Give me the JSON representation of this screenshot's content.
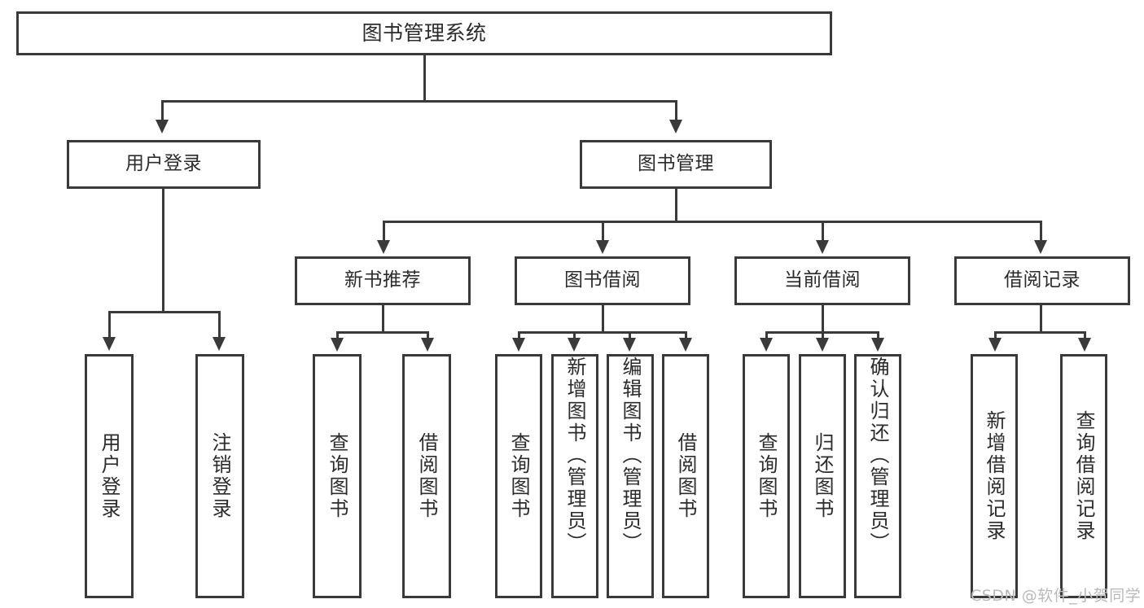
{
  "diagram": {
    "title": "图书管理系统",
    "type": "tree-hierarchy-chart",
    "root": {
      "label": "图书管理系统"
    },
    "level2": [
      {
        "id": "user-login",
        "label": "用户登录"
      },
      {
        "id": "book-management",
        "label": "图书管理"
      }
    ],
    "level3": [
      {
        "id": "new-book-recommend",
        "label": "新书推荐"
      },
      {
        "id": "book-borrow",
        "label": "图书借阅"
      },
      {
        "id": "current-borrow",
        "label": "当前借阅"
      },
      {
        "id": "borrow-record",
        "label": "借阅记录"
      }
    ],
    "leaves": {
      "user_login": [
        {
          "id": "leaf-user-login",
          "label": "用户登录"
        },
        {
          "id": "leaf-logout-login",
          "label": "注销登录"
        }
      ],
      "new_book_recommend": [
        {
          "id": "leaf-query-book-1",
          "label": "查询图书"
        },
        {
          "id": "leaf-borrow-book-1",
          "label": "借阅图书"
        }
      ],
      "book_borrow": [
        {
          "id": "leaf-query-book-2",
          "label": "查询图书"
        },
        {
          "id": "leaf-add-book",
          "label": "新增图书（管理员）"
        },
        {
          "id": "leaf-edit-book",
          "label": "编辑图书（管理员）"
        },
        {
          "id": "leaf-borrow-book-2",
          "label": "借阅图书"
        }
      ],
      "current_borrow": [
        {
          "id": "leaf-query-book-3",
          "label": "查询图书"
        },
        {
          "id": "leaf-return-book",
          "label": "归还图书"
        },
        {
          "id": "leaf-confirm-return",
          "label": "确认归还（管理员）"
        }
      ],
      "borrow_record": [
        {
          "id": "leaf-add-record",
          "label": "新增借阅记录"
        },
        {
          "id": "leaf-query-record",
          "label": "查询借阅记录"
        }
      ]
    }
  },
  "watermark": {
    "text": "CSDN @软件_小贺同学"
  },
  "colors": {
    "stroke": "#3a3a3a",
    "text": "#2b2b2b",
    "background": "#ffffff",
    "watermark": "#b9b9b9"
  }
}
